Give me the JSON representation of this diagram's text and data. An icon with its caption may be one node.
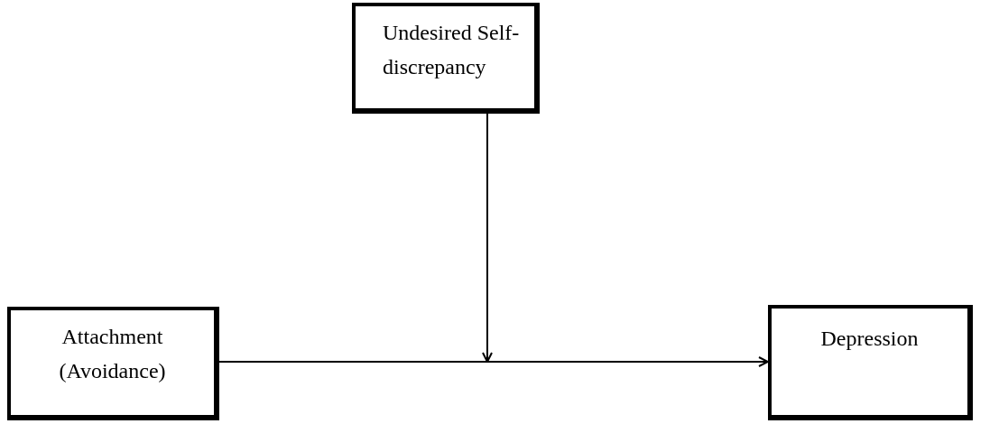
{
  "diagram": {
    "nodes": [
      {
        "text": [
          "Undesired Self-discrepancy"
        ]
      },
      {
        "text": [
          "Attachment (Avoidance)"
        ]
      },
      {
        "text": [
          "Depression"
        ]
      }
    ],
    "edges": [
      {
        "from": 1,
        "to": 2,
        "arrow": "to"
      },
      {
        "from": 0,
        "to": null,
        "arrow": "to"
      }
    ]
  }
}
